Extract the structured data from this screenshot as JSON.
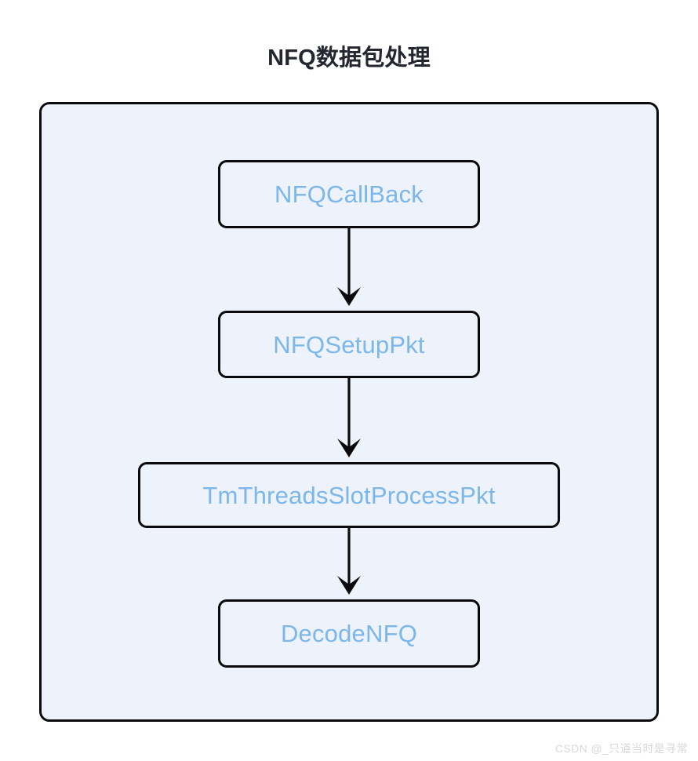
{
  "diagram": {
    "title": "NFQ数据包处理",
    "type": "flowchart",
    "direction": "top-down",
    "colors": {
      "title_text": "#242730",
      "container_bg": "#eef2fa",
      "node_bg": "#eef2fa",
      "node_border": "#0b0b0d",
      "node_text": "#7bb7ea",
      "edge": "#0b0b0d",
      "page_bg": "#ffffff",
      "watermark_text": "#d8d8d8"
    },
    "nodes": [
      {
        "id": "n1",
        "label": "NFQCallBack"
      },
      {
        "id": "n2",
        "label": "NFQSetupPkt"
      },
      {
        "id": "n3",
        "label": "TmThreadsSlotProcessPkt"
      },
      {
        "id": "n4",
        "label": "DecodeNFQ"
      }
    ],
    "edges": [
      {
        "from": "n1",
        "to": "n2",
        "label": "",
        "arrowhead": "open-v"
      },
      {
        "from": "n2",
        "to": "n3",
        "label": "",
        "arrowhead": "open-v"
      },
      {
        "from": "n3",
        "to": "n4",
        "label": "",
        "arrowhead": "open-v"
      }
    ]
  },
  "watermark": {
    "text": "CSDN @_只道当时是寻常"
  }
}
